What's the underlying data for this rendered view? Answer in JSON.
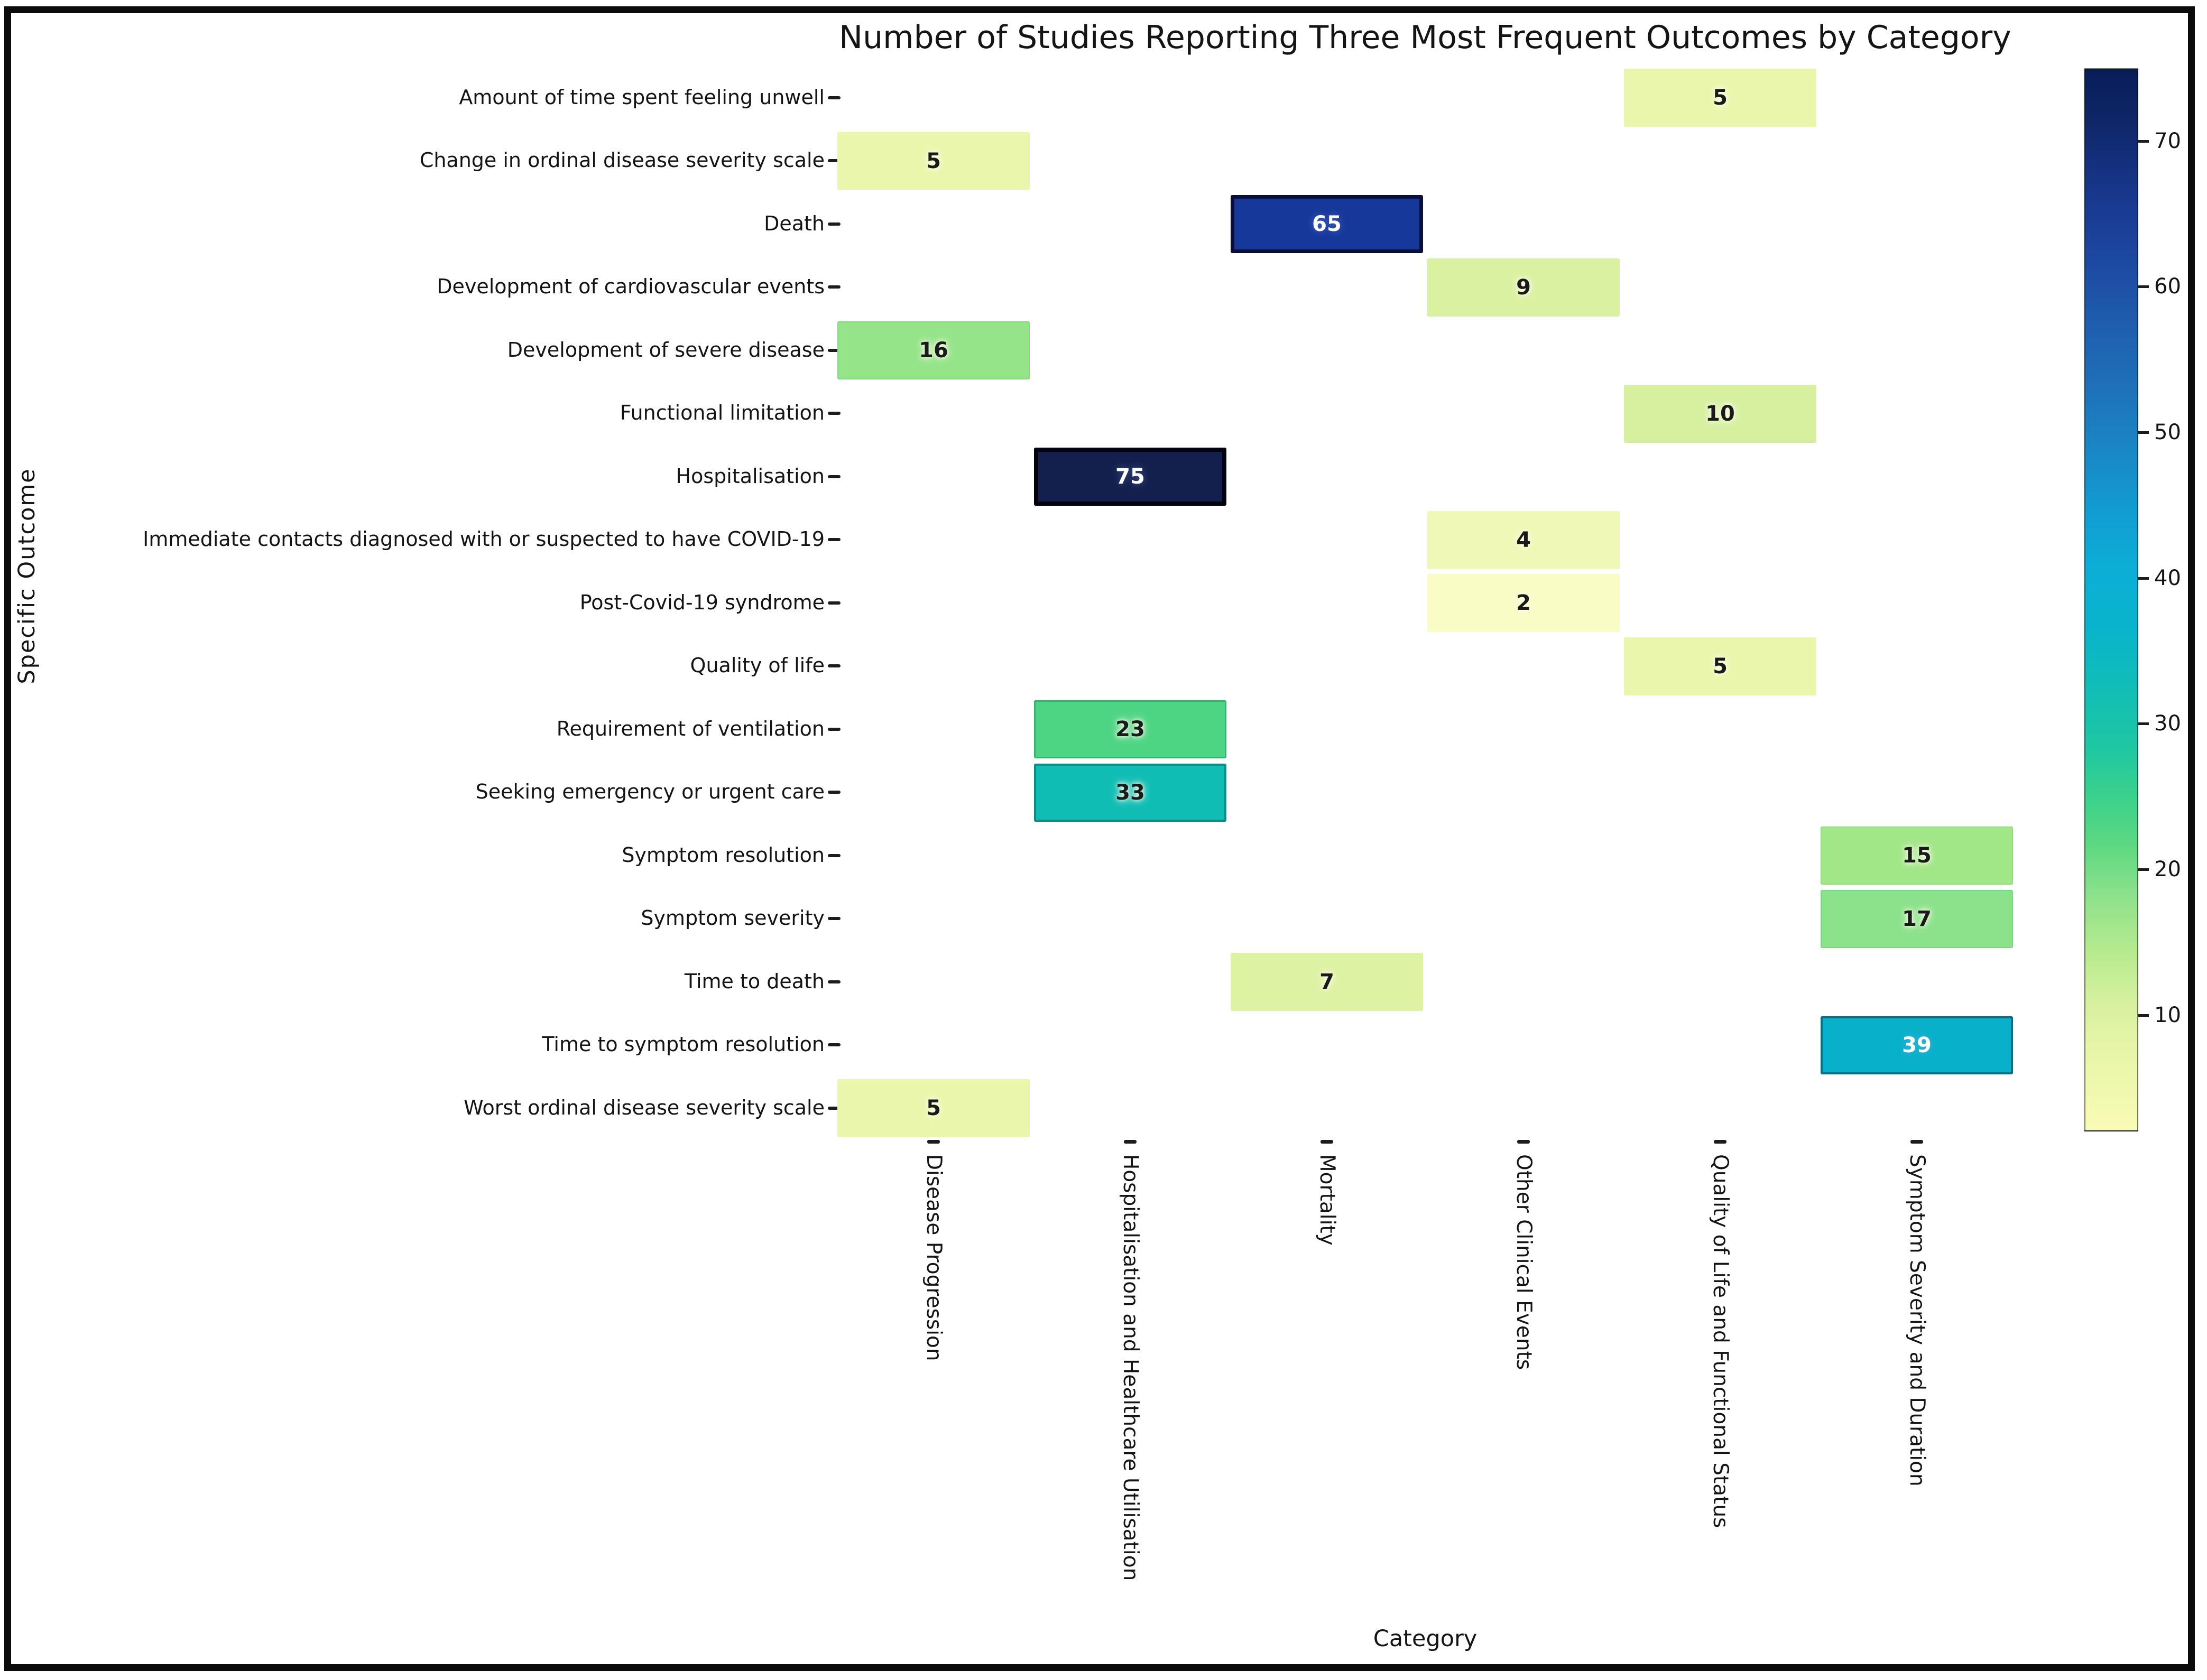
{
  "chart_data": {
    "type": "heatmap",
    "title": "Number of Studies Reporting Three Most Frequent Outcomes by Category",
    "xlabel": "Category",
    "ylabel": "Specific Outcome",
    "categories": [
      "Disease Progression",
      "Hospitalisation and Healthcare Utilisation",
      "Mortality",
      "Other Clinical Events",
      "Quality of Life and Functional Status",
      "Symptom Severity and Duration"
    ],
    "outcomes": [
      "Amount of time spent feeling unwell",
      "Change in ordinal disease severity scale",
      "Death",
      "Development of cardiovascular events",
      "Development of severe disease",
      "Functional limitation",
      "Hospitalisation",
      "Immediate contacts diagnosed with or suspected to have COVID-19",
      "Post-Covid-19 syndrome",
      "Quality of life",
      "Requirement of ventilation",
      "Seeking emergency or urgent care",
      "Symptom resolution",
      "Symptom severity",
      "Time to death",
      "Time to symptom resolution",
      "Worst ordinal disease severity scale"
    ],
    "cells": [
      {
        "outcome": "Amount of time spent feeling unwell",
        "category": "Quality of Life and Functional Status",
        "row": 0,
        "col": 4,
        "value": "5",
        "fill": "#eaf6ab",
        "edge": "#eaf6ab",
        "edge_width": 0,
        "text": "#1a1a1a"
      },
      {
        "outcome": "Change in ordinal disease severity scale",
        "category": "Disease Progression",
        "row": 1,
        "col": 0,
        "value": "5",
        "fill": "#eaf6ab",
        "edge": "#eaf6ab",
        "edge_width": 0,
        "text": "#1a1a1a"
      },
      {
        "outcome": "Death",
        "category": "Mortality",
        "row": 2,
        "col": 2,
        "value": "65",
        "fill": "#16389b",
        "edge": "#0a0f3c",
        "edge_width": 7,
        "text": "#ffffff"
      },
      {
        "outcome": "Development of cardiovascular events",
        "category": "Other Clinical Events",
        "row": 3,
        "col": 3,
        "value": "9",
        "fill": "#daf1a1",
        "edge": "#daf1a1",
        "edge_width": 0,
        "text": "#1a1a1a"
      },
      {
        "outcome": "Development of severe disease",
        "category": "Disease Progression",
        "row": 4,
        "col": 0,
        "value": "16",
        "fill": "#95e489",
        "edge": "#82da7c",
        "edge_width": 2,
        "text": "#1a1a1a"
      },
      {
        "outcome": "Functional limitation",
        "category": "Quality of Life and Functional Status",
        "row": 5,
        "col": 4,
        "value": "10",
        "fill": "#d6f0a0",
        "edge": "#d6f0a0",
        "edge_width": 0,
        "text": "#1a1a1a"
      },
      {
        "outcome": "Hospitalisation",
        "category": "Hospitalisation and Healthcare Utilisation",
        "row": 6,
        "col": 1,
        "value": "75",
        "fill": "#13204e",
        "edge": "#02030e",
        "edge_width": 8,
        "text": "#ffffff"
      },
      {
        "outcome": "Immediate contacts diagnosed with or suspected to have COVID-19",
        "category": "Other Clinical Events",
        "row": 7,
        "col": 3,
        "value": "4",
        "fill": "#eff8b6",
        "edge": "#eff8b6",
        "edge_width": 0,
        "text": "#1a1a1a"
      },
      {
        "outcome": "Post-Covid-19 syndrome",
        "category": "Other Clinical Events",
        "row": 8,
        "col": 3,
        "value": "2",
        "fill": "#f9fcc5",
        "edge": "#f9fcc5",
        "edge_width": 0,
        "text": "#1a1a1a"
      },
      {
        "outcome": "Quality of life",
        "category": "Quality of Life and Functional Status",
        "row": 9,
        "col": 4,
        "value": "5",
        "fill": "#eaf6ab",
        "edge": "#eaf6ab",
        "edge_width": 0,
        "text": "#1a1a1a"
      },
      {
        "outcome": "Requirement of ventilation",
        "category": "Hospitalisation and Healthcare Utilisation",
        "row": 10,
        "col": 1,
        "value": "23",
        "fill": "#4ed583",
        "edge": "#2cb96d",
        "edge_width": 3,
        "text": "#1a1a1a"
      },
      {
        "outcome": "Seeking emergency or urgent care",
        "category": "Hospitalisation and Healthcare Utilisation",
        "row": 11,
        "col": 1,
        "value": "33",
        "fill": "#10bdb4",
        "edge": "#098e8b",
        "edge_width": 4,
        "text": "#1a1a1a"
      },
      {
        "outcome": "Symptom resolution",
        "category": "Symptom Severity and Duration",
        "row": 12,
        "col": 5,
        "value": "15",
        "fill": "#a1e687",
        "edge": "#8fdd7b",
        "edge_width": 2,
        "text": "#1a1a1a"
      },
      {
        "outcome": "Symptom severity",
        "category": "Symptom Severity and Duration",
        "row": 13,
        "col": 5,
        "value": "17",
        "fill": "#8ce18b",
        "edge": "#79d77e",
        "edge_width": 2,
        "text": "#1a1a1a"
      },
      {
        "outcome": "Time to death",
        "category": "Mortality",
        "row": 14,
        "col": 2,
        "value": "7",
        "fill": "#def2a3",
        "edge": "#def2a3",
        "edge_width": 0,
        "text": "#1a1a1a"
      },
      {
        "outcome": "Time to symptom resolution",
        "category": "Symptom Severity and Duration",
        "row": 15,
        "col": 5,
        "value": "39",
        "fill": "#08b0ca",
        "edge": "#04718b",
        "edge_width": 4,
        "text": "#ffffff"
      },
      {
        "outcome": "Worst ordinal disease severity scale",
        "category": "Disease Progression",
        "row": 16,
        "col": 0,
        "value": "5",
        "fill": "#eaf6ab",
        "edge": "#eaf6ab",
        "edge_width": 0,
        "text": "#1a1a1a"
      }
    ],
    "colorbar": {
      "min": 2,
      "max": 75,
      "ticks": [
        "70",
        "60",
        "50",
        "40",
        "30",
        "20",
        "10"
      ],
      "gradient_stops": [
        [
          "0%",
          "#f9fbb6"
        ],
        [
          "4%",
          "#eff8ae"
        ],
        [
          "8%",
          "#e6f5a8"
        ],
        [
          "12%",
          "#d7f0a0"
        ],
        [
          "17%",
          "#b5ea8e"
        ],
        [
          "22%",
          "#8ee18b"
        ],
        [
          "27%",
          "#5cd881"
        ],
        [
          "31%",
          "#3ed28a"
        ],
        [
          "36%",
          "#1fc7a2"
        ],
        [
          "42%",
          "#10bdb8"
        ],
        [
          "47%",
          "#0ab4cb"
        ],
        [
          "53%",
          "#0caed6"
        ],
        [
          "58%",
          "#119dd3"
        ],
        [
          "64%",
          "#1a87c6"
        ],
        [
          "70%",
          "#1e71b9"
        ],
        [
          "76%",
          "#1f5dae"
        ],
        [
          "83%",
          "#1c459f"
        ],
        [
          "89%",
          "#173589"
        ],
        [
          "95%",
          "#0f2768"
        ],
        [
          "100%",
          "#081d58"
        ]
      ]
    },
    "legend_position": "right",
    "grid": "off",
    "ylim_note": "one filled cell per outcome row; all other cells empty (white)"
  }
}
